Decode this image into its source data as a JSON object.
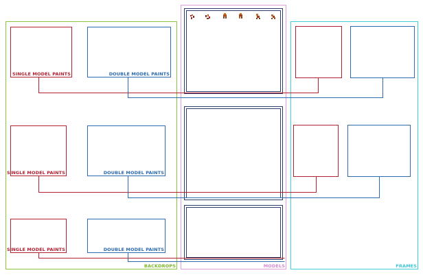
{
  "labels": {
    "single_model_paints": "SINGLE MODEL PAINTS",
    "double_model_paints": "DOUBLE MODEL PAINTS",
    "backdrops": "BACKDROPS",
    "models": "MODELS",
    "frames": "FRAMES"
  },
  "colors": {
    "single": "#b22030",
    "double": "#2a6ab0",
    "backdrops": "#8cc43c",
    "models": "#e0a0e0",
    "frames": "#40d0dc",
    "model_panel": "#2a3a6a"
  },
  "icons": [
    "gem-icon",
    "gem-icon",
    "figure-icon",
    "figure-icon",
    "figure-icon",
    "figure-icon"
  ]
}
